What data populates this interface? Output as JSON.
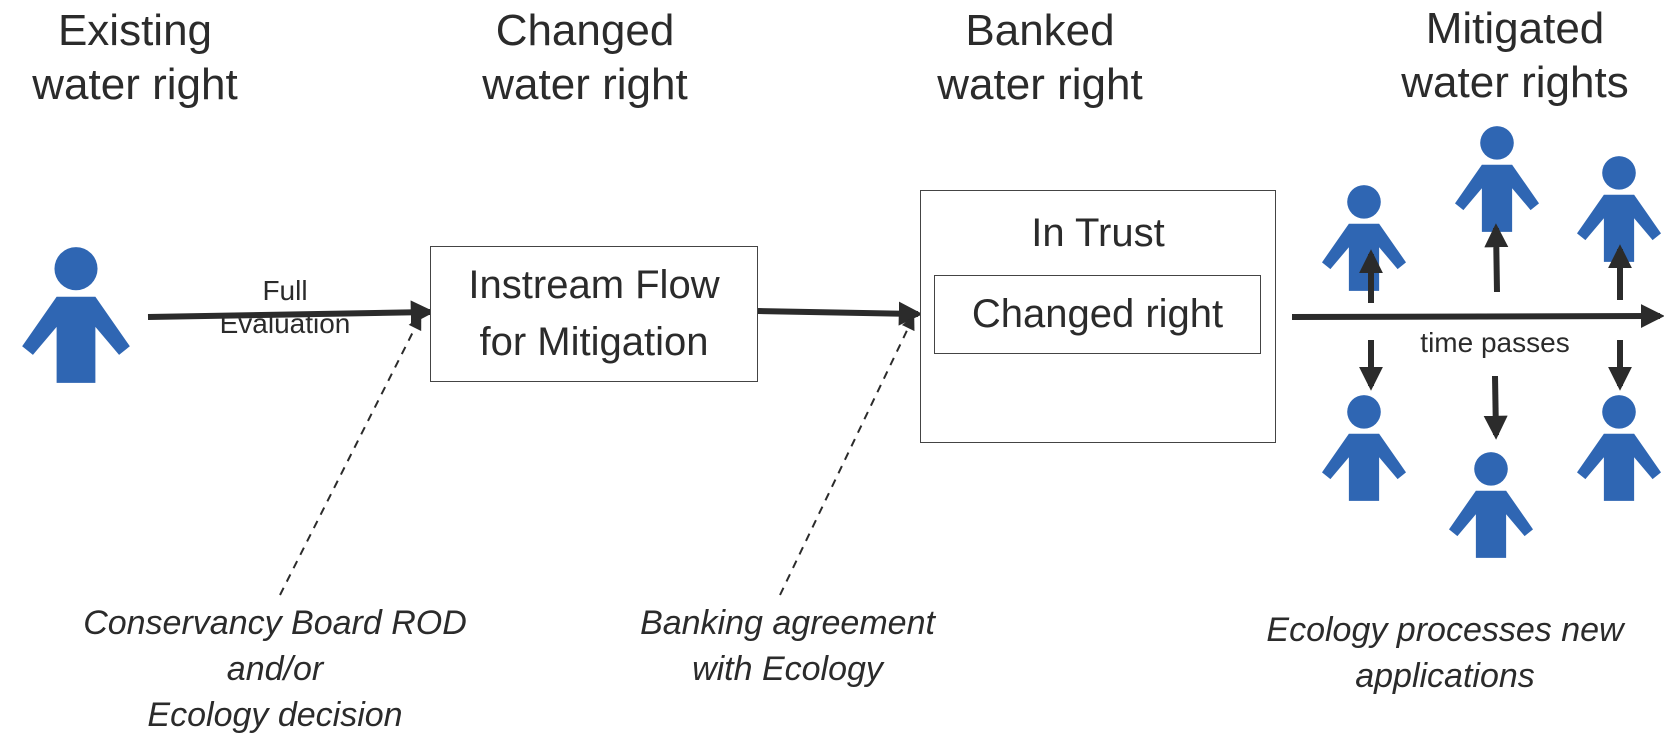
{
  "stages": {
    "existing": {
      "line1": "Existing",
      "line2": "water right"
    },
    "changed": {
      "line1": "Changed",
      "line2": "water right"
    },
    "banked": {
      "line1": "Banked",
      "line2": "water right"
    },
    "mitigated": {
      "line1": "Mitigated",
      "line2": "water rights"
    }
  },
  "boxes": {
    "instream": {
      "line1": "Instream Flow",
      "line2": "for Mitigation"
    },
    "trust": {
      "title": "In Trust",
      "inner": "Changed right"
    }
  },
  "arrow_labels": {
    "full_evaluation": {
      "line1": "Full",
      "line2": "Evaluation"
    },
    "time_passes": "time passes"
  },
  "notes": {
    "rod": {
      "line1": "Conservancy Board ROD",
      "line2": "and/or",
      "line3": "Ecology decision"
    },
    "banking": {
      "line1": "Banking agreement",
      "line2": "with Ecology"
    },
    "ecology": {
      "line1": "Ecology processes new",
      "line2": "applications"
    }
  },
  "colors": {
    "person": "#2f66b3",
    "arrow": "#2b2b2b"
  }
}
